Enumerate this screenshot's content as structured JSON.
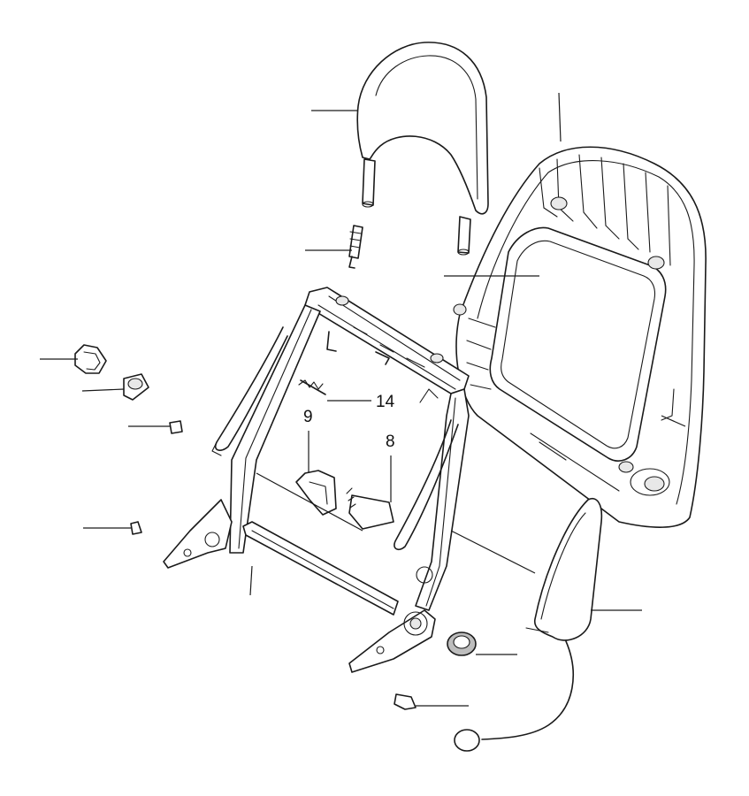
{
  "callouts": [
    {
      "id": "14",
      "label": "14"
    },
    {
      "id": "9",
      "label": "9"
    },
    {
      "id": "8",
      "label": "8"
    }
  ]
}
